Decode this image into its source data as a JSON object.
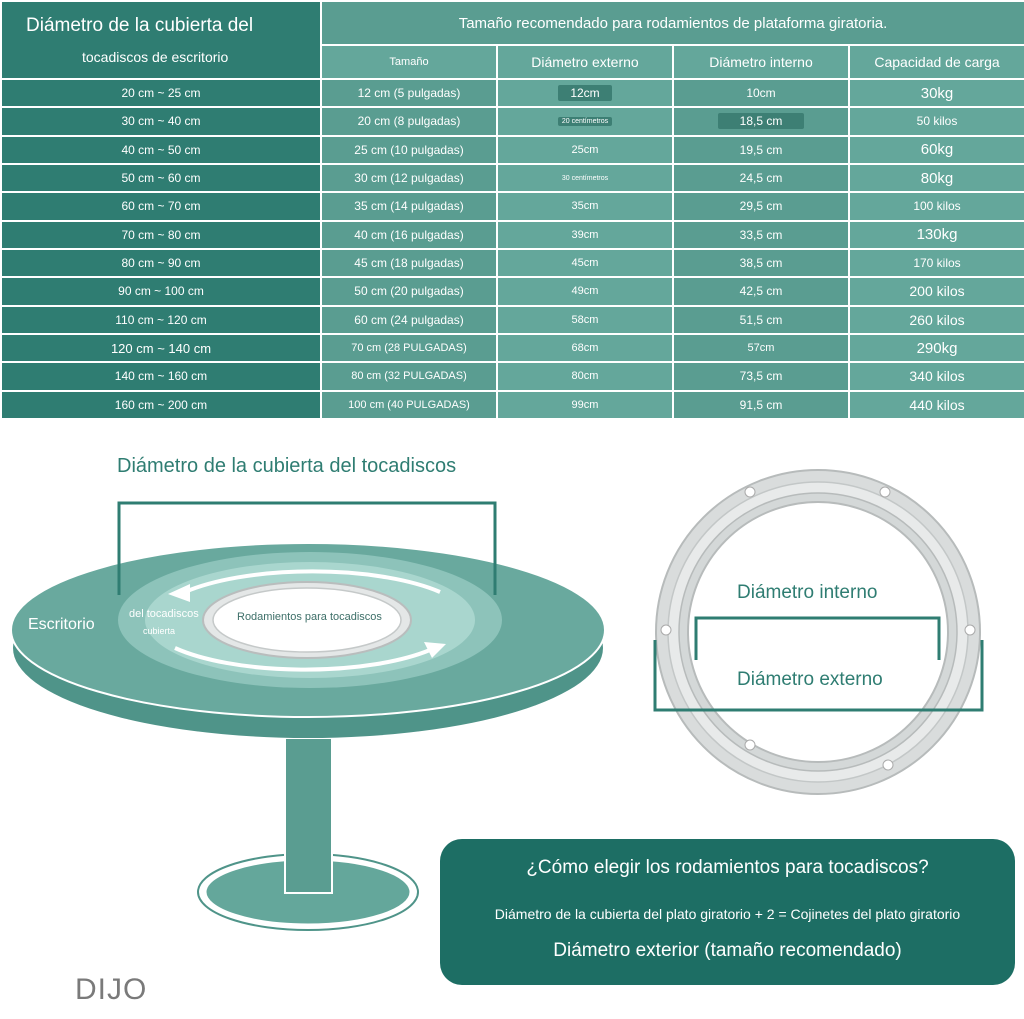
{
  "table": {
    "desk_header_line1": "Diámetro de la cubierta del",
    "desk_header_line2": "tocadiscos de escritorio",
    "group_title": "Tamaño recomendado para rodamientos de plataforma giratoria.",
    "columns": [
      "Tamaño",
      "Diámetro externo",
      "Diámetro interno",
      "Capacidad de carga"
    ],
    "rows": [
      {
        "desk": "20 cm ~ 25 cm",
        "size": "12 cm (5 pulgadas)",
        "ext": "12cm",
        "int": "10cm",
        "load": "30kg"
      },
      {
        "desk": "30 cm ~ 40 cm",
        "size": "20 cm (8 pulgadas)",
        "ext": "20 centímetros",
        "int": "18,5 cm",
        "load": "50 kilos"
      },
      {
        "desk": "40 cm ~ 50 cm",
        "size": "25 cm (10 pulgadas)",
        "ext": "25cm",
        "int": "19,5 cm",
        "load": "60kg"
      },
      {
        "desk": "50 cm ~ 60 cm",
        "size": "30 cm (12 pulgadas)",
        "ext": "30 centímetros",
        "int": "24,5 cm",
        "load": "80kg"
      },
      {
        "desk": "60 cm ~ 70 cm",
        "size": "35 cm (14 pulgadas)",
        "ext": "35cm",
        "int": "29,5 cm",
        "load": "100 kilos"
      },
      {
        "desk": "70 cm ~ 80 cm",
        "size": "40 cm (16 pulgadas)",
        "ext": "39cm",
        "int": "33,5 cm",
        "load": "130kg"
      },
      {
        "desk": "80 cm ~ 90 cm",
        "size": "45 cm (18 pulgadas)",
        "ext": "45cm",
        "int": "38,5 cm",
        "load": "170 kilos"
      },
      {
        "desk": "90 cm ~ 100 cm",
        "size": "50 cm (20 pulgadas)",
        "ext": "49cm",
        "int": "42,5 cm",
        "load": "200 kilos"
      },
      {
        "desk": "110 cm ~ 120 cm",
        "size": "60 cm (24 pulgadas)",
        "ext": "58cm",
        "int": "51,5 cm",
        "load": "260 kilos"
      },
      {
        "desk": "120 cm ~ 140 cm",
        "size": "70 cm (28 PULGADAS)",
        "ext": "68cm",
        "int": "57cm",
        "load": "290kg"
      },
      {
        "desk": "140 cm ~ 160 cm",
        "size": "80 cm (32 PULGADAS)",
        "ext": "80cm",
        "int": "73,5 cm",
        "load": "340 kilos"
      },
      {
        "desk": "160 cm ~ 200 cm",
        "size": "100 cm (40 PULGADAS)",
        "ext": "99cm",
        "int": "91,5 cm",
        "load": "440 kilos"
      }
    ]
  },
  "diagram": {
    "title": "Diámetro de la cubierta del tocadiscos",
    "desk_label": "Escritorio",
    "cover_label_line1": "del tocadiscos",
    "cover_label_line2": "cubierta",
    "bearing_label": "Rodamientos para tocadiscos",
    "inner_label": "Diámetro interno",
    "outer_label": "Diámetro externo"
  },
  "howto": {
    "question": "¿Cómo elegir los rodamientos para tocadiscos?",
    "formula": "Diámetro de la cubierta del plato giratorio + 2 = Cojinetes del plato giratorio",
    "result": "Diámetro exterior (tamaño recomendado)"
  },
  "watermark": "DIJO",
  "colors": {
    "dark_teal": "#2f7d72",
    "mid_teal": "#5a9d91",
    "light_teal": "#64a79b",
    "box_teal": "#1d6e64",
    "table_top": "#69a99e",
    "bearing_silver": "#d9dcdc"
  }
}
